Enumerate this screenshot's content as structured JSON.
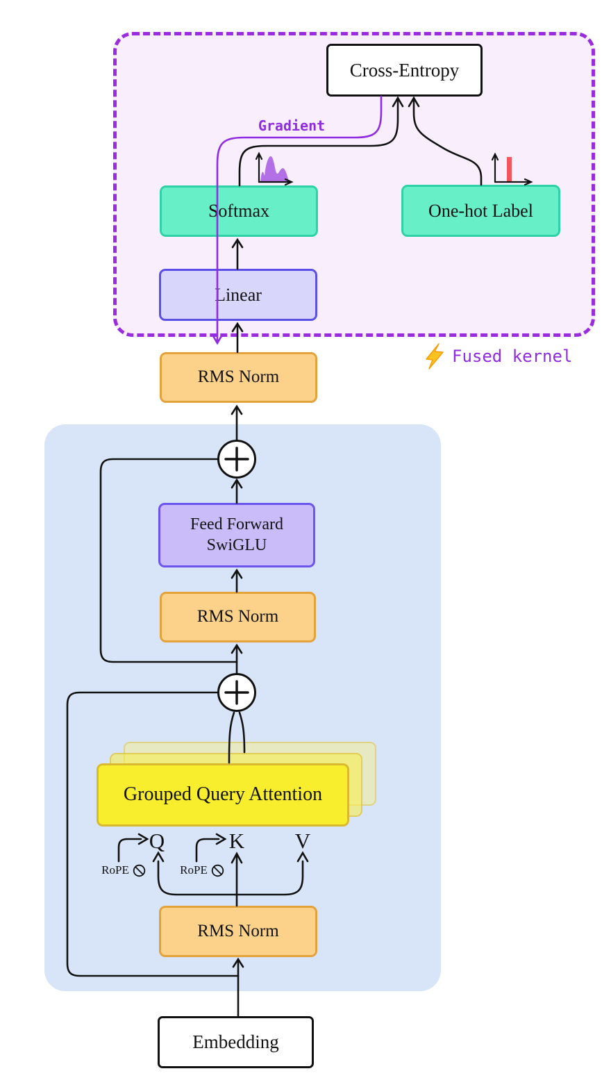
{
  "diagram": {
    "fused_region": {
      "badge_icon": "lightning-bolt",
      "badge_label": "Fused kernel",
      "gradient_label": "Gradient",
      "cross_entropy_label": "Cross-Entropy",
      "softmax_label": "Softmax",
      "one_hot_label": "One-hot Label",
      "linear_label": "Linear"
    },
    "rms_norm_top_label": "RMS Norm",
    "transformer_block": {
      "ffn_line1": "Feed Forward",
      "ffn_line2": "SwiGLU",
      "rms_norm_mid_label": "RMS Norm",
      "gqa_label": "Grouped Query Attention",
      "q_label": "Q",
      "k_label": "K",
      "v_label": "V",
      "rope_label": "RoPE",
      "rope_icon": "circle-slash",
      "rms_norm_bottom_label": "RMS Norm"
    },
    "embedding_label": "Embedding",
    "icons": {
      "residual_add": "plus-circle",
      "softmax_plot": "probability-distribution",
      "one_hot_plot": "one-hot-bar"
    },
    "colors": {
      "teal_fill": "#67efc8",
      "teal_border": "#2ed2a6",
      "orange_fill": "#fcd28b",
      "orange_border": "#e3a23a",
      "linear_fill": "#d9d6fc",
      "linear_border": "#5a4fe6",
      "ffn_fill": "#c9bcf9",
      "ffn_border": "#6c55ee",
      "yellow_fill": "#f8ee2d",
      "yellow_border": "#d9b92f",
      "fused_region_bg": "#f8eefc",
      "fused_region_border": "#9a2ce0",
      "block_bg": "#d8e5f8",
      "gradient_line": "#8f2be0",
      "one_hot_bar": "#f4555e",
      "softmax_curve": "#b36fe6",
      "line_black": "#111111"
    }
  }
}
